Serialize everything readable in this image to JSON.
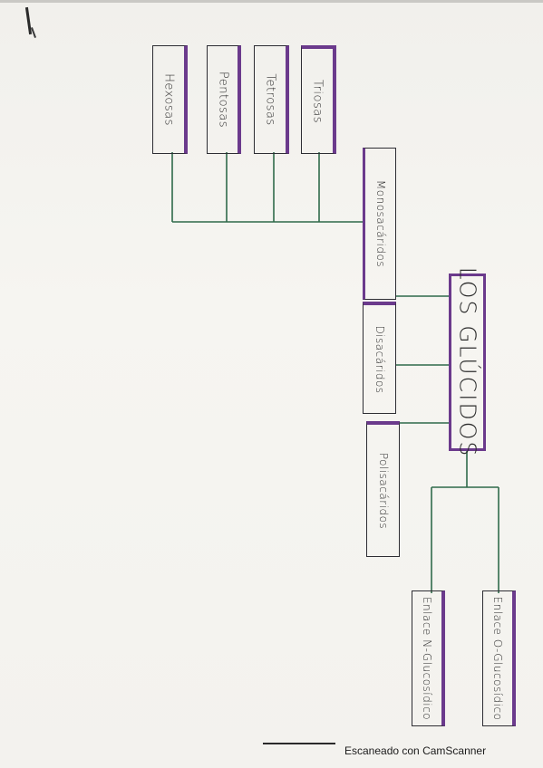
{
  "diagram": {
    "root": "LOS GLÚCIDOS",
    "categories": {
      "monosacaridos": "Monosacáridos",
      "disacaridos": "Disacáridos",
      "polisacaridos": "Polisacáridos"
    },
    "mono_types": {
      "hexosas": "Hexosas",
      "pentosas": "Pentosas",
      "tetrosas": "Tetrosas",
      "triosas": "Triosas"
    },
    "bonds": {
      "n_glucosidico": "Enlace N-Glucosídico",
      "o_glucosidico": "Enlace O-Glucosídico"
    },
    "line_color": "#2f6a4a",
    "highlight_color": "#6b3a8c"
  },
  "footer": {
    "scanner": "Escaneado con CamScanner"
  }
}
